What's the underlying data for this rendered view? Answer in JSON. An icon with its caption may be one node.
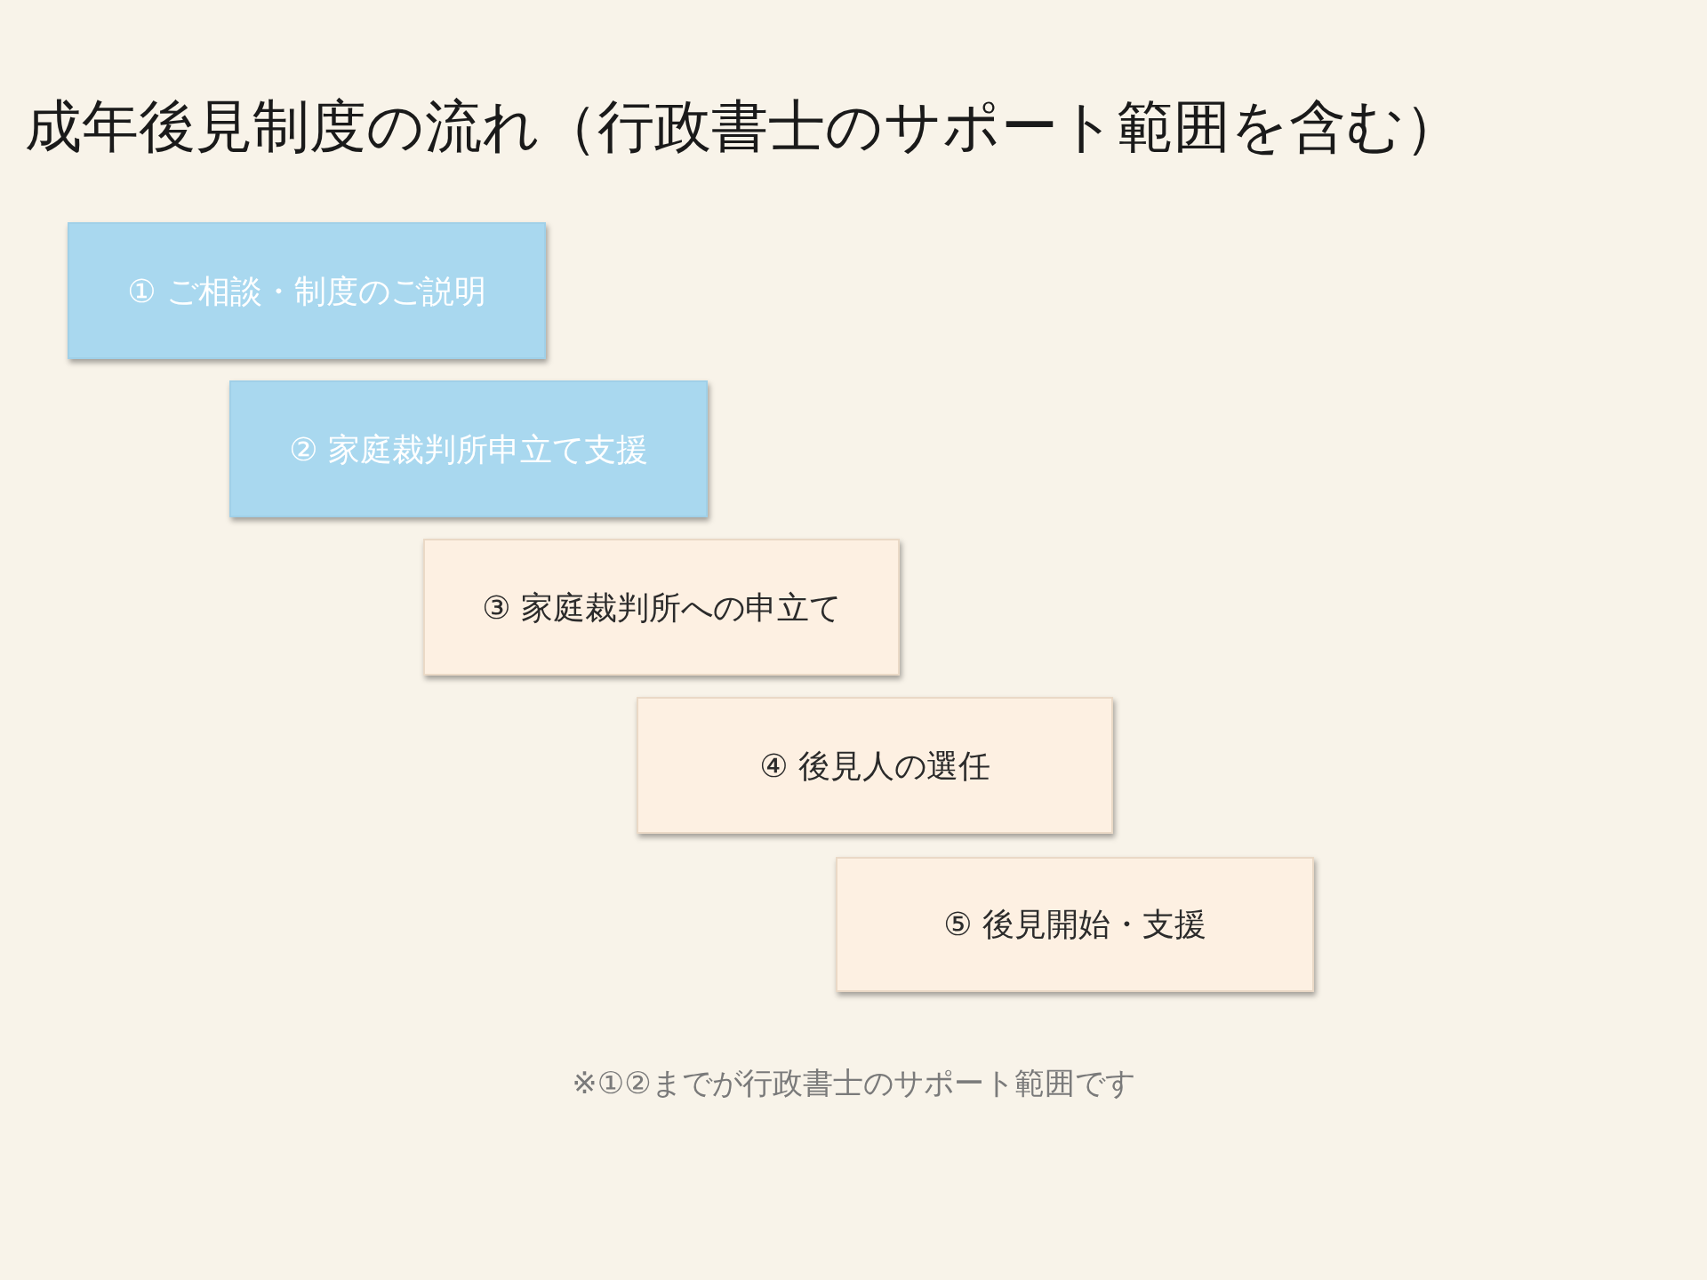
{
  "diagram": {
    "title": "成年後見制度の流れ（行政書士のサポート範囲を含む）",
    "nodes": [
      {
        "text": [
          "① ご相談・制度のご説明"
        ]
      },
      {
        "text": [
          "② 家庭裁判所申立て支援"
        ]
      },
      {
        "text": [
          "③ 家庭裁判所への申立て"
        ]
      },
      {
        "text": [
          "④ 後見人の選任"
        ]
      },
      {
        "text": [
          "⑤ 後見開始・支援"
        ]
      }
    ],
    "labels": [
      "※①②までが行政書士のサポート範囲です"
    ]
  }
}
